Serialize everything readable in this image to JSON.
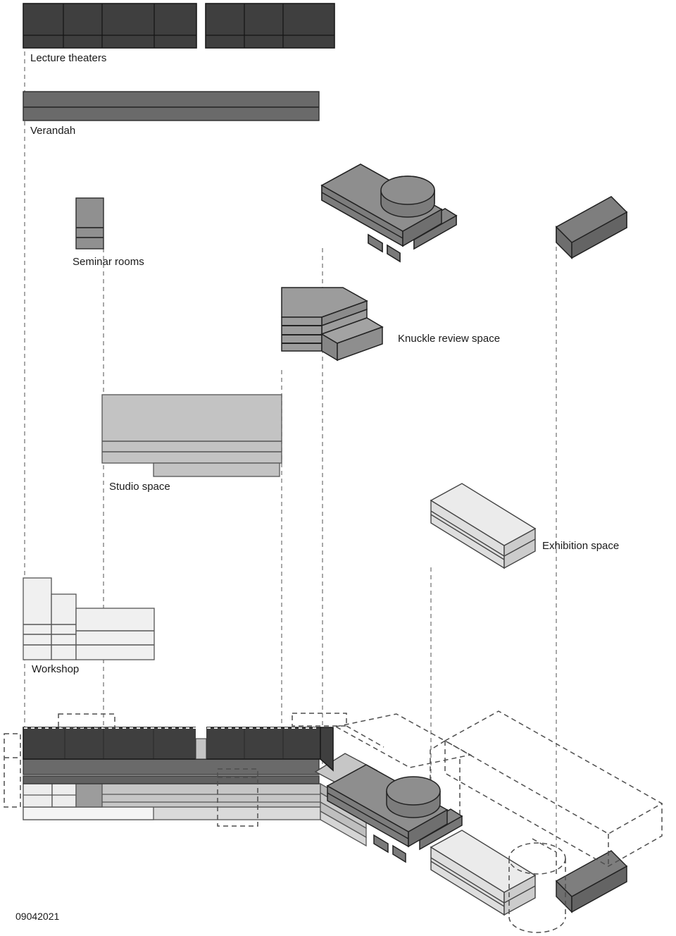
{
  "diagram": {
    "kind": "exploded-axonometric-program-diagram",
    "labels": {
      "lecture_theaters": "Lecture theaters",
      "verandah": "Verandah",
      "seminar_rooms": "Seminar rooms",
      "knuckle_review_space": "Knuckle review space",
      "studio_space": "Studio space",
      "exhibition_space": "Exhibition space",
      "workshop": "Workshop"
    },
    "date_stamp": "09042021",
    "colors": {
      "lecture_dark": "#3f3f3f",
      "verandah_gray": "#6a6a6a",
      "seminar_gray": "#909090",
      "knuckle_gray": "#8e8e8e",
      "studio_gray": "#c3c3c3",
      "exhibition_light": "#ebebeb",
      "workshop_light": "#f0f0f0",
      "bar_gray": "#7e7e7e",
      "outline": "#222222",
      "ghost_dash": "#4f4f4f",
      "background": "#ffffff"
    }
  }
}
